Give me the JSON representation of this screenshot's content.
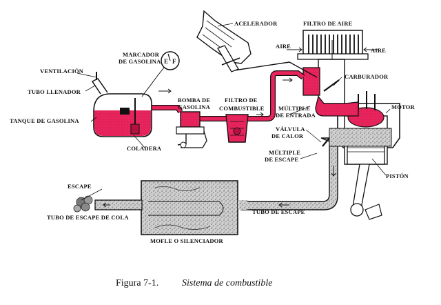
{
  "labels": {
    "acelerador": "ACELERADOR",
    "filtro_aire": "FILTRO DE AIRE",
    "aire_left": "AIRE",
    "aire_right": "AIRE",
    "marcador_1": "MARCADOR",
    "marcador_2": "DE GASOLINA",
    "ventilacion": "VENTILACIÓN",
    "carburador": "CARBURADOR",
    "tubo_llenador": "TUBO LLENADOR",
    "bomba_1": "BOMBA DE",
    "bomba_2": "GASOLINA",
    "filtro_comb_1": "FILTRO DE",
    "filtro_comb_2": "COMBUSTIBLE",
    "multiple_entrada_1": "MÚLTIPLE",
    "multiple_entrada_2": "DE ENTRADA",
    "motor": "MOTOR",
    "tanque": "TANQUE DE GASOLINA",
    "valvula_1": "VÁLVULA",
    "valvula_2": "DE CALOR",
    "coladera": "COLADERA",
    "multiple_escape_1": "MÚLTIPLE",
    "multiple_escape_2": "DE ESCAPE",
    "piston": "PISTÓN",
    "escape": "ESCAPE",
    "tubo_escape": "TUBO DE ESCAPE",
    "tubo_escape_cola": "TUBO DE ESCAPE DE COLA",
    "mofle": "MOFLE O SILENCIADOR"
  },
  "gauge": {
    "empty": "E",
    "full": "F"
  },
  "caption": {
    "number": "Figura 7-1.",
    "title": "Sistema de combustible"
  },
  "colors": {
    "fuel": "#e8245c",
    "fuel_dark": "#b3123f",
    "ink": "#111111",
    "exhaust": "#bdbdbd"
  }
}
